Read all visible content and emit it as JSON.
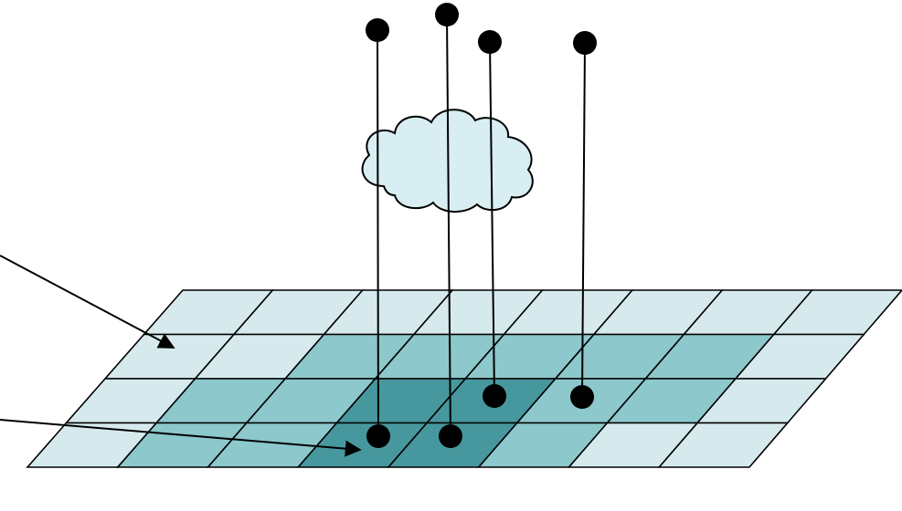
{
  "diagram": {
    "colors": {
      "background": "#ffffff",
      "light": "#d6eaee",
      "medium": "#8cc8cc",
      "dark": "#47989e",
      "outline": "#000000",
      "cloud_fill": "#d8eef2"
    },
    "grid": {
      "rows": 4,
      "cols": 8,
      "shading": [
        [
          "light",
          "light",
          "light",
          "light",
          "light",
          "light",
          "light",
          "light"
        ],
        [
          "light",
          "light",
          "medium",
          "medium",
          "medium",
          "medium",
          "medium",
          "light"
        ],
        [
          "light",
          "medium",
          "medium",
          "dark",
          "dark",
          "medium",
          "medium",
          "light"
        ],
        [
          "light",
          "medium",
          "medium",
          "dark",
          "dark",
          "medium",
          "light",
          "light"
        ]
      ]
    },
    "columns_count": 4,
    "arrows_count": 2,
    "labels": []
  }
}
